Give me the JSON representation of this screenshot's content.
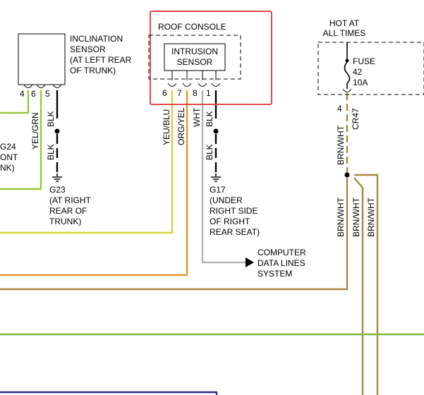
{
  "colors": {
    "highlight": "#e04848",
    "yel_grn": "#9ac63a",
    "yel_blu": "#d6d23c",
    "org_yel": "#e6962a",
    "wht": "#b4b4b4",
    "blk": "#000000",
    "brn_wht": "#a8883a",
    "green_bus": "#7cb342",
    "blue_bus": "#2a2a8c"
  },
  "inclination_sensor": {
    "lines": [
      "INCLINATION",
      "SENSOR",
      "(AT LEFT REAR",
      "OF TRUNK)"
    ],
    "pins": [
      "4",
      "6",
      "5"
    ]
  },
  "roof_console": {
    "title": "ROOF CONSOLE",
    "sensor_lines": [
      "INTRUSION",
      "SENSOR"
    ],
    "pins": [
      "6",
      "7",
      "8",
      "1"
    ]
  },
  "hot_at": {
    "lines": [
      "HOT AT",
      "ALL TIMES"
    ]
  },
  "fuse": {
    "lines": [
      "FUSE",
      "42",
      "10A"
    ]
  },
  "connector_cr47": {
    "pin": "4",
    "name": "CR47"
  },
  "wire_labels": {
    "yel_grn": "YEL/GRN",
    "blk_a": "BLK",
    "blk_b": "BLK",
    "yel_blu": "YEU/BLU",
    "org_yel": "ORG/YEL",
    "wht": "WHT",
    "blk_c": "BLK",
    "blk_d": "BLK",
    "brn_wht_1": "BRN/WHT",
    "brn_wht_2": "BRN/WHT",
    "brn_wht_3": "BRN/WHT",
    "brn_wht_4": "BRN/WHT"
  },
  "ground_g23": {
    "lines": [
      "G23",
      "(AT RIGHT",
      "REAR OF",
      "TRUNK)"
    ]
  },
  "ground_g17": {
    "lines": [
      "G17",
      "(UNDER",
      "RIGHT SIDE",
      "OF RIGHT",
      "REAR SEAT)"
    ]
  },
  "computer_data_lines": {
    "lines": [
      "COMPUTER",
      "DATA LINES",
      "SYSTEM"
    ]
  },
  "left_partial": {
    "lines": [
      "G24",
      "ONT",
      "NK)"
    ]
  }
}
